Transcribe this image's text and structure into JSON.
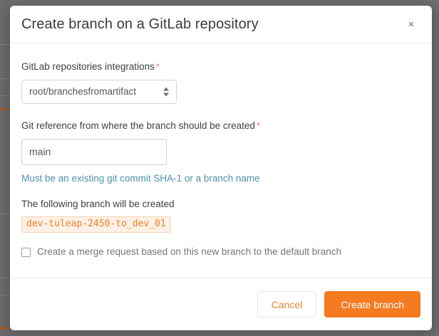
{
  "backdrop": {
    "color": "#6e6e6e",
    "strip_color": "#6b6b6b",
    "accent_color": "#b8580f"
  },
  "modal": {
    "title": "Create branch on a GitLab repository",
    "close_icon": "×",
    "close_icon_name": "close-icon"
  },
  "form": {
    "integration": {
      "label": "GitLab repositories integrations",
      "required_mark": "*",
      "selected_value": "root/branchesfromartifact",
      "options": [
        "root/branchesfromartifact"
      ]
    },
    "git_reference": {
      "label": "Git reference from where the branch should be created",
      "required_mark": "*",
      "value": "main",
      "placeholder": "",
      "help_text": "Must be an existing git commit SHA-1 or a branch name"
    },
    "branch_preview": {
      "label": "The following branch will be created",
      "branch_name": "dev-tuleap-2450-to_dev_01"
    },
    "merge_request": {
      "label": "Create a merge request based on this new branch to the default branch",
      "checked": false
    }
  },
  "footer": {
    "cancel_label": "Cancel",
    "submit_label": "Create branch"
  },
  "colors": {
    "accent": "#f47b20",
    "link": "#4f90ab",
    "required": "#e8717e",
    "badge_text": "#f07f2d",
    "badge_bg": "#fdf0e4"
  }
}
